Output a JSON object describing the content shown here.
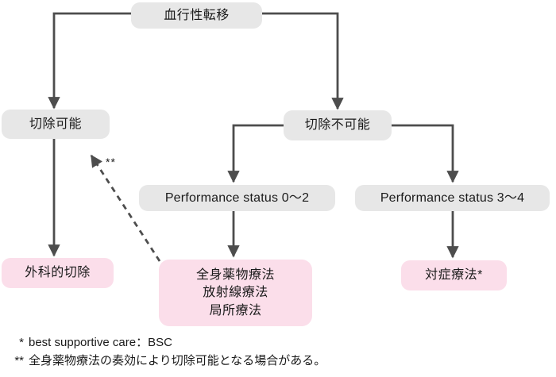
{
  "diagram": {
    "nodes": {
      "root": {
        "label": "血行性転移"
      },
      "resectable": {
        "label": "切除可能"
      },
      "unresectable": {
        "label": "切除不可能"
      },
      "ps02": {
        "label": "Performance status 0〜2"
      },
      "ps34": {
        "label": "Performance status 3〜4"
      },
      "surgery": {
        "label": "外科的切除"
      },
      "systemic": {
        "lines": [
          "全身薬物療法",
          "放射線療法",
          "局所療法"
        ]
      },
      "symptomatic": {
        "label": "対症療法*"
      }
    },
    "edge_label_double_asterisk": "**",
    "footnotes": [
      {
        "marker": "*",
        "text": "best supportive care：BSC"
      },
      {
        "marker": "**",
        "text": "全身薬物療法の奏効により切除可能となる場合がある。"
      }
    ],
    "colors": {
      "node_gray_fill": "#e7e7e7",
      "node_pink_fill": "#fbdeea",
      "connector": "#4d4d4d",
      "text": "#1a1a1a",
      "background": "#ffffff"
    }
  }
}
